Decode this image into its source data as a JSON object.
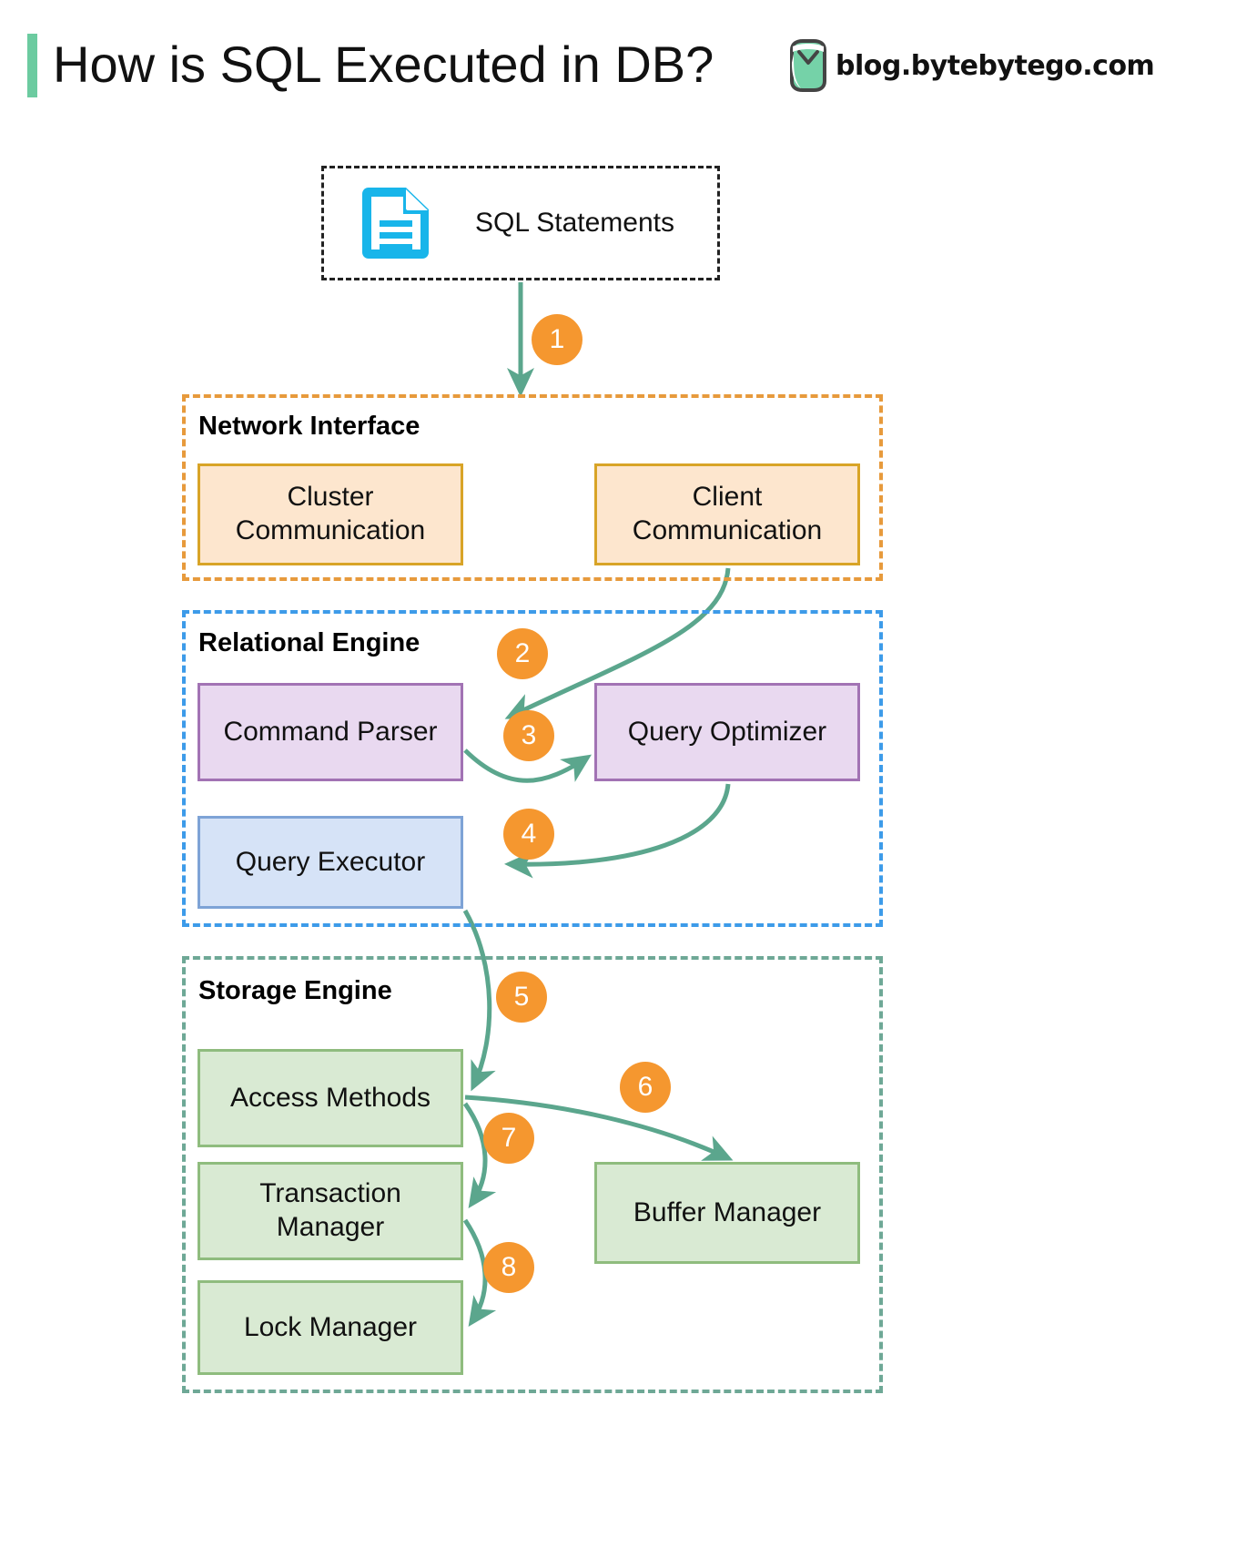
{
  "header": {
    "title": "How is SQL Executed in DB?",
    "brand": "blog.bytebytego.com",
    "accent_color": "#6CCBA0",
    "logo_icon": "bytebytego-logo-icon"
  },
  "source": {
    "label": "SQL Statements",
    "icon": "document-icon",
    "icon_color": "#18B5EA"
  },
  "groups": [
    {
      "id": "network",
      "label": "Network Interface",
      "border_color": "#E79A3C",
      "nodes": [
        {
          "id": "cluster",
          "label": "Cluster\nCommunication",
          "fill": "#FDE6CE",
          "stroke": "#D8A427"
        },
        {
          "id": "client",
          "label": "Client\nCommunication",
          "fill": "#FDE6CE",
          "stroke": "#D8A427"
        }
      ]
    },
    {
      "id": "relational",
      "label": "Relational Engine",
      "border_color": "#3D9BE9",
      "nodes": [
        {
          "id": "parser",
          "label": "Command Parser",
          "fill": "#E9D9F0",
          "stroke": "#A273B4"
        },
        {
          "id": "optimizer",
          "label": "Query Optimizer",
          "fill": "#E9D9F0",
          "stroke": "#A273B4"
        },
        {
          "id": "executor",
          "label": "Query Executor",
          "fill": "#D6E3F7",
          "stroke": "#7EA3D6"
        }
      ]
    },
    {
      "id": "storage",
      "label": "Storage Engine",
      "border_color": "#6EA896",
      "nodes": [
        {
          "id": "access",
          "label": "Access Methods",
          "fill": "#D9EAD3",
          "stroke": "#8FBC7E"
        },
        {
          "id": "transaction",
          "label": "Transaction\nManager",
          "fill": "#D9EAD3",
          "stroke": "#8FBC7E"
        },
        {
          "id": "buffer",
          "label": "Buffer Manager",
          "fill": "#D9EAD3",
          "stroke": "#8FBC7E"
        },
        {
          "id": "lock",
          "label": "Lock Manager",
          "fill": "#D9EAD3",
          "stroke": "#8FBC7E"
        }
      ]
    }
  ],
  "steps": [
    {
      "n": "1",
      "from": "SQL Statements",
      "to": "Network Interface"
    },
    {
      "n": "2",
      "from": "Client Communication",
      "to": "Command Parser"
    },
    {
      "n": "3",
      "from": "Command Parser",
      "to": "Query Optimizer"
    },
    {
      "n": "4",
      "from": "Query Optimizer",
      "to": "Query Executor"
    },
    {
      "n": "5",
      "from": "Query Executor",
      "to": "Access Methods"
    },
    {
      "n": "6",
      "from": "Access Methods",
      "to": "Buffer Manager"
    },
    {
      "n": "7",
      "from": "Access Methods",
      "to": "Transaction Manager"
    },
    {
      "n": "8",
      "from": "Transaction Manager",
      "to": "Lock Manager"
    }
  ],
  "colors": {
    "badge": "#F5972F",
    "badge_text": "#FFFFFF",
    "arrow": "#5BA68D",
    "text": "#111111"
  }
}
